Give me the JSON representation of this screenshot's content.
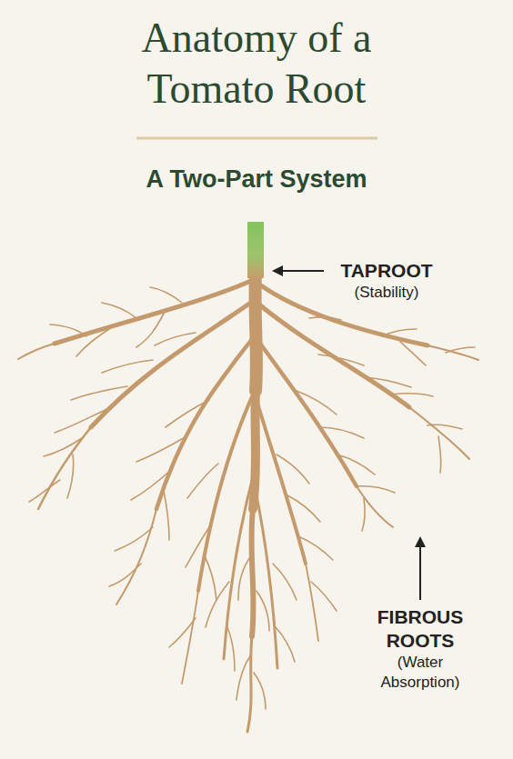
{
  "diagram": {
    "title": "Anatomy of a Tomato Root",
    "labels": [
      "A Two-Part System",
      "TAPROOT",
      "(Stability)",
      "FIBROUS ROOTS",
      "(Water Absorption)"
    ]
  }
}
